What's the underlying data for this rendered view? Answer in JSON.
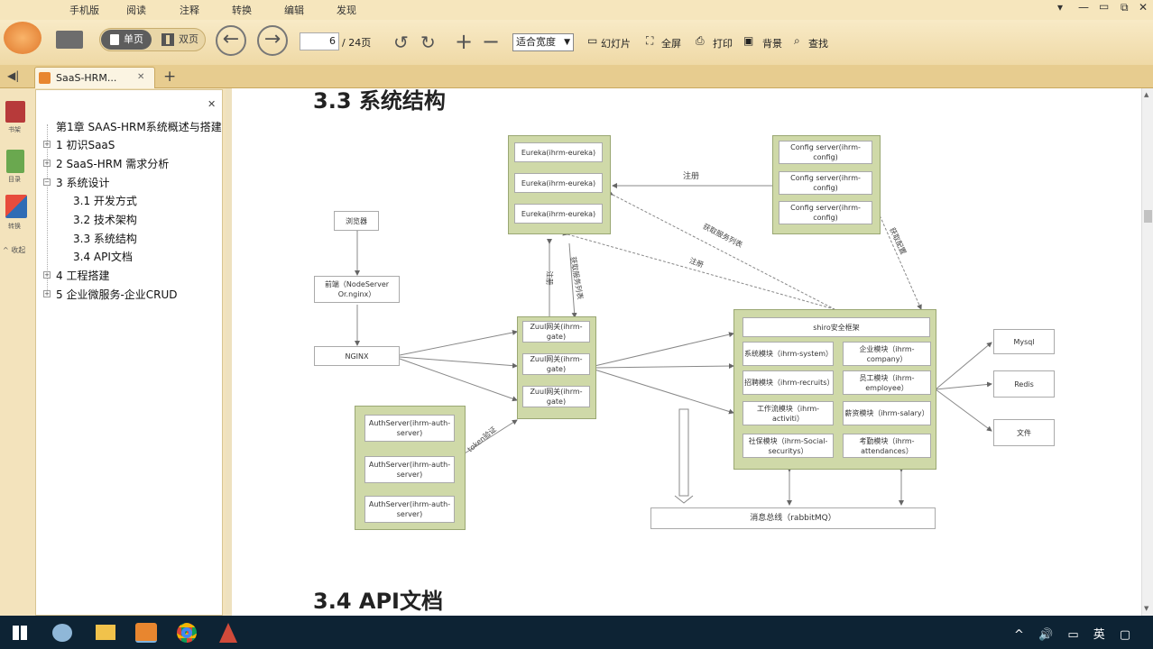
{
  "menu": {
    "items": [
      "手机版",
      "阅读",
      "注释",
      "转换",
      "编辑",
      "发现"
    ]
  },
  "window": {
    "min": "▾",
    "restore": "—",
    "max": "▭",
    "close": "✕"
  },
  "toolbar": {
    "single": "单页",
    "double": "双页",
    "page_value": "6",
    "page_total": "/ 24页",
    "zoom": "适合宽度",
    "slides": "幻灯片",
    "fullscreen": "全屏",
    "print": "打印",
    "background": "背景",
    "find": "查找"
  },
  "tabbar": {
    "tab_title": "SaaS-HRM...",
    "tab_close": "✕",
    "new_tab": "+"
  },
  "rail": {
    "bookshelf": "书架",
    "toc": "目录",
    "convert": "转换",
    "collapse": "^ 收起"
  },
  "toc": {
    "close": "✕",
    "items": [
      {
        "label": "第1章 SAAS-HRM系统概述与搭建",
        "toggle": ""
      },
      {
        "label": "1 初识SaaS",
        "toggle": "+"
      },
      {
        "label": "2 SaaS-HRM 需求分析",
        "toggle": "+"
      },
      {
        "label": "3 系统设计",
        "toggle": "−"
      },
      {
        "label": "3.1 开发方式",
        "toggle": ""
      },
      {
        "label": "3.2 技术架构",
        "toggle": ""
      },
      {
        "label": "3.3 系统结构",
        "toggle": ""
      },
      {
        "label": "3.4 API文档",
        "toggle": ""
      },
      {
        "label": "4 工程搭建",
        "toggle": "+"
      },
      {
        "label": "5 企业微服务-企业CRUD",
        "toggle": "+"
      }
    ]
  },
  "doc": {
    "heading_33": "3.3 系统结构",
    "heading_34": "3.4 API文档"
  },
  "diagram": {
    "eureka": [
      "Eureka(ihrm-eureka)",
      "Eureka(ihrm-eureka)",
      "Eureka(ihrm-eureka)"
    ],
    "config": [
      "Config server(ihrm-config)",
      "Config server(ihrm-config)",
      "Config server(ihrm-config)"
    ],
    "browser": "浏览器",
    "frontend": "前端（NodeServer Or.nginx）",
    "nginx": "NGINX",
    "zuul": [
      "Zuul网关(ihrm-gate)",
      "Zuul网关(ihrm-gate)",
      "Zuul网关(ihrm-gate)"
    ],
    "auth": [
      "AuthServer(ihrm-auth-server)",
      "AuthServer(ihrm-auth-server)",
      "AuthServer(ihrm-auth-server)"
    ],
    "shiro": "shiro安全框架",
    "modules": [
      "系统模块（ihrm-system）",
      "企业模块（ihrm-company）",
      "招聘模块（ihrm-recruits）",
      "员工模块（ihrm-employee）",
      "工作流模块（ihrm-activiti）",
      "薪资模块（ihrm-salary）",
      "社保模块（ihrm-Social-securitys）",
      "考勤模块（ihrm-attendances）"
    ],
    "stores": [
      "Mysql",
      "Redis",
      "文件"
    ],
    "mq": "消息总线（rabbitMQ）",
    "edge_labels": {
      "register_top": "注册",
      "fetch_services": "获取服务列表",
      "register_mid": "注册",
      "register_vert": "注册",
      "fetch_services_vert": "获取服务列表",
      "fetch_config": "获取配置",
      "token": "token验证"
    }
  },
  "taskbar": {
    "tray": "^ 🔊 ▭ 英 ▢"
  }
}
